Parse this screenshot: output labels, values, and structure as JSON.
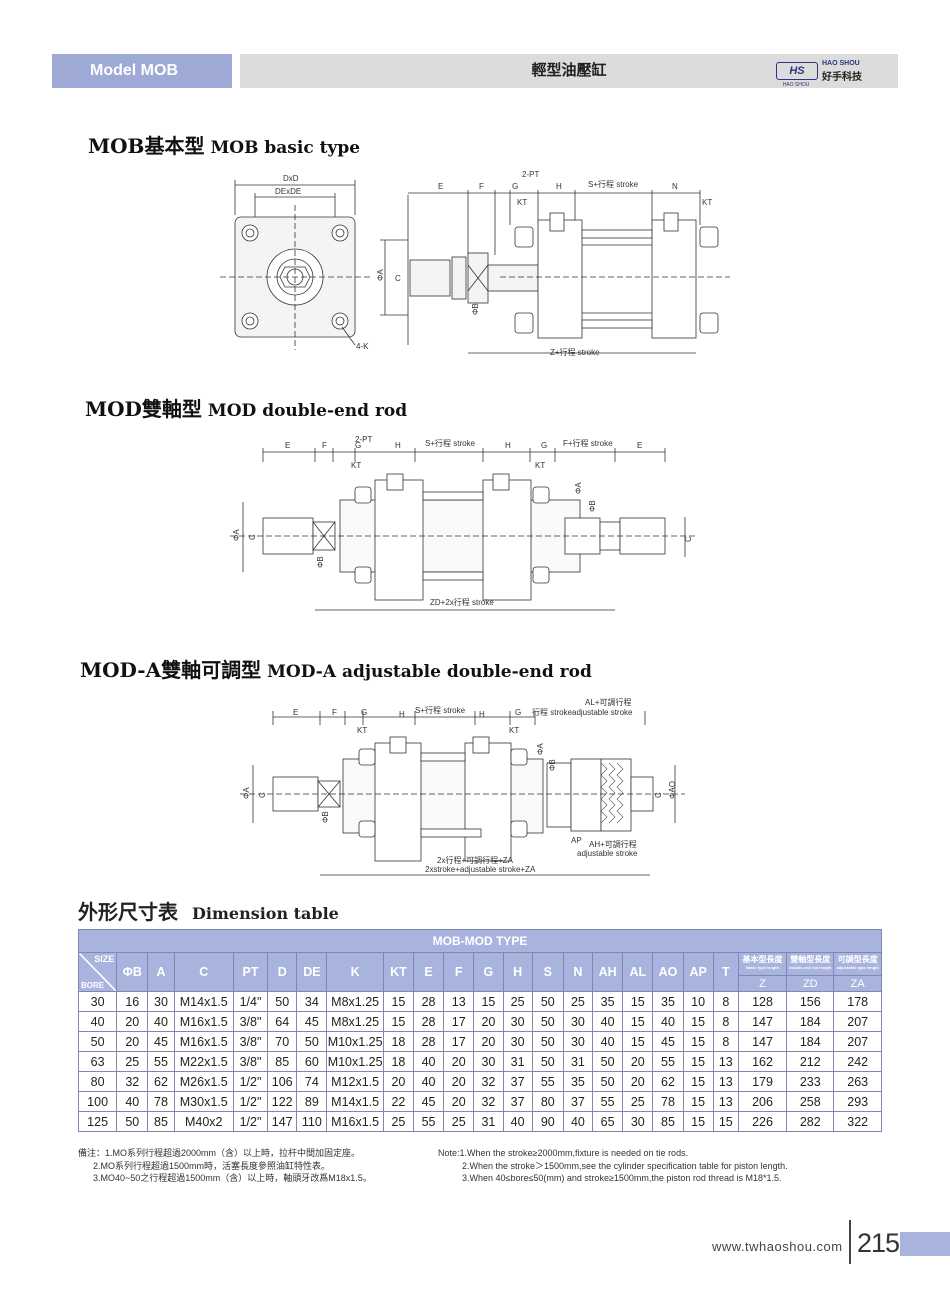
{
  "header": {
    "model": "Model  MOB",
    "title": "輕型油壓缸",
    "logo_mark": "HS",
    "logo_en": "HAO SHOU",
    "logo_cn": "好手科技",
    "logo_sub": "HAO SHOU"
  },
  "sections": {
    "mob": {
      "cn": "MOB基本型",
      "en": "MOB basic type"
    },
    "mod": {
      "cn": "MOD雙軸型",
      "en": "MOD double-end rod"
    },
    "moda": {
      "cn": "MOD-A雙軸可調型",
      "en": "MOD-A adjustable double-end rod"
    },
    "dim": {
      "cn": "外形尺寸表",
      "en": "Dimension table"
    }
  },
  "drawing_labels": {
    "mob": {
      "dxd": "DxD",
      "dexde": "DExDE",
      "k": "4-K",
      "e": "E",
      "f": "F",
      "g": "G",
      "h": "H",
      "pt": "2-PT",
      "kt1": "KT",
      "kt2": "KT",
      "s": "S+行程 stroke",
      "n": "N",
      "phia": "ΦA",
      "c": "C",
      "phib": "ΦB",
      "z": "Z+行程 stroke"
    },
    "mod": {
      "pt": "2-PT",
      "e1": "E",
      "f1": "F",
      "g1": "G",
      "h1": "H",
      "s": "S+行程 stroke",
      "h2": "H",
      "g2": "G",
      "f2": "F+行程 stroke",
      "e2": "E",
      "kt1": "KT",
      "kt2": "KT",
      "phia1": "ΦA",
      "c1": "C",
      "phib1": "ΦB",
      "phia2": "ΦA",
      "phib2": "ΦB",
      "c2": "C",
      "zd": "ZD+2x行程 stroke"
    },
    "moda": {
      "e1": "E",
      "f1": "F",
      "g1": "G",
      "h1": "H",
      "s": "S+行程 stroke",
      "h2": "H",
      "g2": "G",
      "ad": "行程 strokeadjustable stroke",
      "al1": "AL+可調行程",
      "kt1": "KT",
      "kt2": "KT",
      "phia1": "ΦA",
      "c1": "C",
      "phib1": "ΦB",
      "phia2": "ΦA",
      "phib2": "ΦB",
      "c2": "C",
      "ao": "ΦAO",
      "ap": "AP",
      "ah1": "AH+可調行程",
      "ah2": "adjustable stroke",
      "za1": "2x行程+可調行程+ZA",
      "za2": "2xstroke+adjustable stroke+ZA"
    }
  },
  "table": {
    "type_title": "MOB-MOD TYPE",
    "size_label": "SIZE",
    "bore_label": "BORE",
    "columns": [
      "ΦB",
      "A",
      "C",
      "PT",
      "D",
      "DE",
      "K",
      "KT",
      "E",
      "F",
      "G",
      "H",
      "S",
      "N",
      "AH",
      "AL",
      "AO",
      "AP",
      "T"
    ],
    "length_headers": [
      {
        "cn": "基本型長度",
        "en": "Basic type length",
        "code": "Z"
      },
      {
        "cn": "雙軸型長度",
        "en": "double-end rod length",
        "code": "ZD"
      },
      {
        "cn": "可調型長度",
        "en": "adjustable type length",
        "code": "ZA"
      }
    ],
    "rows": [
      [
        "30",
        "16",
        "30",
        "M14x1.5",
        "1/4\"",
        "50",
        "34",
        "M8x1.25",
        "15",
        "28",
        "13",
        "15",
        "25",
        "50",
        "25",
        "35",
        "15",
        "35",
        "10",
        "8",
        "128",
        "156",
        "178"
      ],
      [
        "40",
        "20",
        "40",
        "M16x1.5",
        "3/8\"",
        "64",
        "45",
        "M8x1.25",
        "15",
        "28",
        "17",
        "20",
        "30",
        "50",
        "30",
        "40",
        "15",
        "40",
        "15",
        "8",
        "147",
        "184",
        "207"
      ],
      [
        "50",
        "20",
        "45",
        "M16x1.5",
        "3/8\"",
        "70",
        "50",
        "M10x1.25",
        "18",
        "28",
        "17",
        "20",
        "30",
        "50",
        "30",
        "40",
        "15",
        "45",
        "15",
        "8",
        "147",
        "184",
        "207"
      ],
      [
        "63",
        "25",
        "55",
        "M22x1.5",
        "3/8\"",
        "85",
        "60",
        "M10x1.25",
        "18",
        "40",
        "20",
        "30",
        "31",
        "50",
        "31",
        "50",
        "20",
        "55",
        "15",
        "13",
        "162",
        "212",
        "242"
      ],
      [
        "80",
        "32",
        "62",
        "M26x1.5",
        "1/2\"",
        "106",
        "74",
        "M12x1.5",
        "20",
        "40",
        "20",
        "32",
        "37",
        "55",
        "35",
        "50",
        "20",
        "62",
        "15",
        "13",
        "179",
        "233",
        "263"
      ],
      [
        "100",
        "40",
        "78",
        "M30x1.5",
        "1/2\"",
        "122",
        "89",
        "M14x1.5",
        "22",
        "45",
        "20",
        "32",
        "37",
        "80",
        "37",
        "55",
        "25",
        "78",
        "15",
        "13",
        "206",
        "258",
        "293"
      ],
      [
        "125",
        "50",
        "85",
        "M40x2",
        "1/2\"",
        "147",
        "110",
        "M16x1.5",
        "25",
        "55",
        "25",
        "31",
        "40",
        "90",
        "40",
        "65",
        "30",
        "85",
        "15",
        "15",
        "226",
        "282",
        "322"
      ]
    ]
  },
  "notes_cn": [
    "備注：1.MO系列行程超過2000mm（含）以上時，拉杆中間加固定座。",
    "2.MO系列行程超過1500mm時，活塞長度參照油缸特性表。",
    "3.MO40~50之行程超過1500mm（含）以上時，軸頭牙改爲M18x1.5。"
  ],
  "notes_en": [
    "Note:1.When the stroke≥2000mm,fixture is needed on tie rods.",
    "2.When the stroke＞1500mm,see the cylinder specification table for piston length.",
    "3.When 40≤bore≤50(mm) and stroke≥1500mm,the piston rod thread is M18*1.5."
  ],
  "footer": {
    "url": "www.twhaoshou.com",
    "page": "215"
  }
}
